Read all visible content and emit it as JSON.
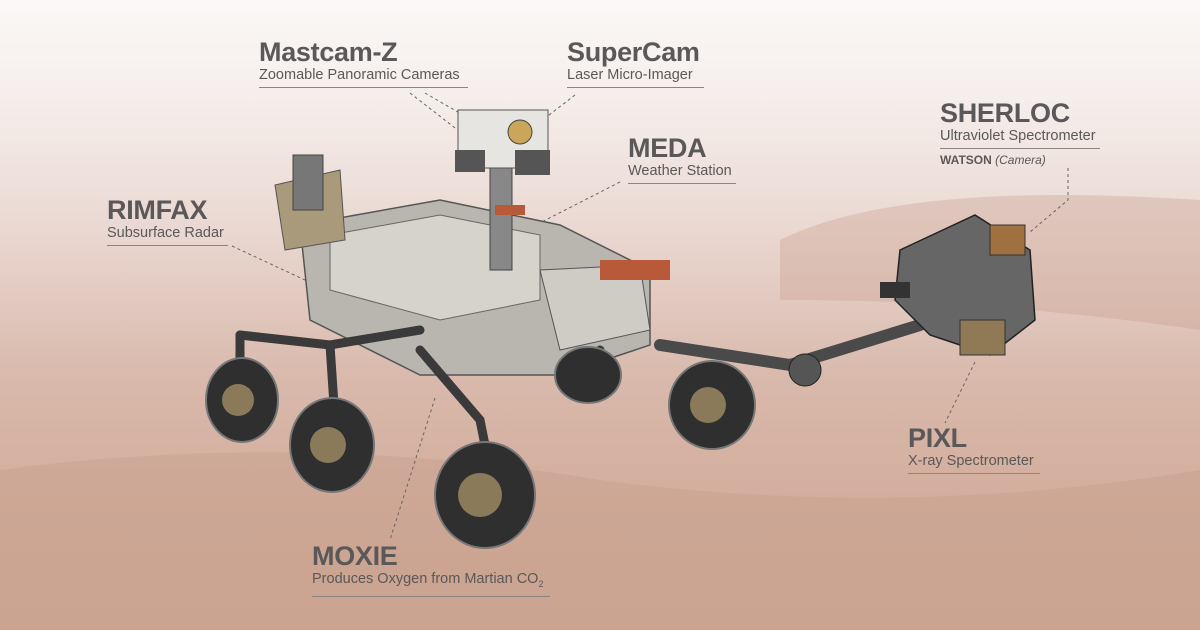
{
  "labels": {
    "mastcam": {
      "title": "Mastcam-Z",
      "subtitle": "Zoomable Panoramic Cameras"
    },
    "supercam": {
      "title": "SuperCam",
      "subtitle": "Laser Micro-Imager"
    },
    "meda": {
      "title": "MEDA",
      "subtitle": "Weather Station"
    },
    "rimfax": {
      "title": "RIMFAX",
      "subtitle": "Subsurface Radar"
    },
    "sherloc": {
      "title": "SHERLOC",
      "subtitle": "Ultraviolet Spectrometer",
      "extra": "WATSON",
      "extra_note": "(Camera)"
    },
    "pixl": {
      "title": "PIXL",
      "subtitle": "X-ray Spectrometer"
    },
    "moxie": {
      "title": "MOXIE",
      "subtitle": "Produces Oxygen from Martian CO",
      "subtitle_sub": "2"
    }
  }
}
